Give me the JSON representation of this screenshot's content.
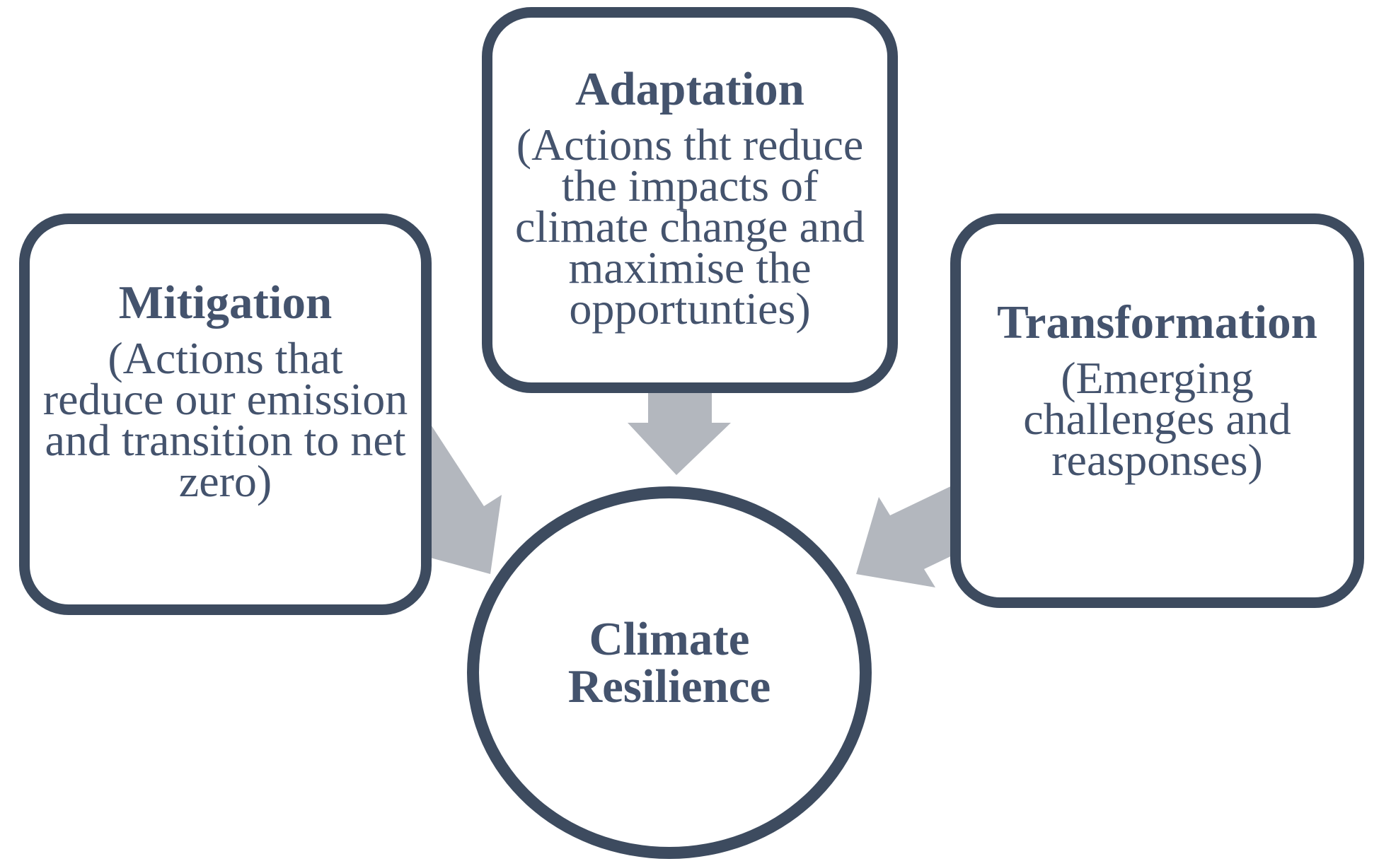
{
  "diagram": {
    "boxes": {
      "mitigation": {
        "title": "Mitigation",
        "body": "(Actions that\nreduce our emission\nand transition to net\nzero)"
      },
      "adaptation": {
        "title": "Adaptation",
        "body": "(Actions tht reduce\nthe impacts of\nclimate change and\nmaximise the\nopportunties)"
      },
      "transformation": {
        "title": "Transformation",
        "body": "(Emerging\nchallenges and\nreasponses)"
      }
    },
    "center": {
      "label": "Climate\nResilience"
    },
    "colors": {
      "outline": "#3d4b5f",
      "text": "#44536d",
      "arrow": "#b3b7be",
      "background": "#ffffff"
    }
  }
}
